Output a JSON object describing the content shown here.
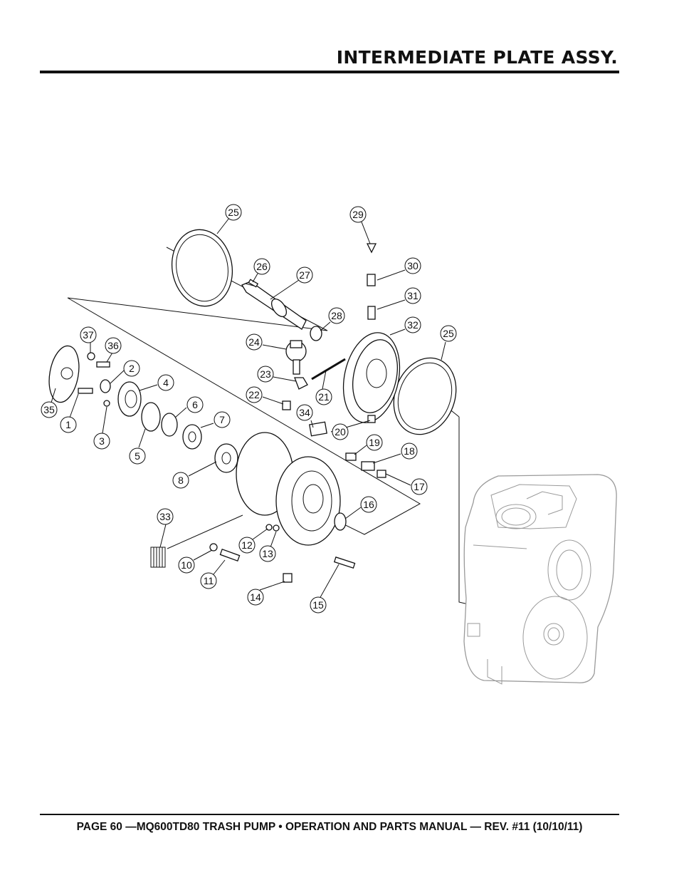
{
  "header": {
    "title": "INTERMEDIATE PLATE ASSY."
  },
  "footer": {
    "text": "PAGE 60 —MQ600TD80 TRASH PUMP • OPERATION AND PARTS MANUAL — REV. #11 (10/10/11)"
  },
  "diagram": {
    "callouts": [
      "25",
      "26",
      "27",
      "28",
      "29",
      "30",
      "31",
      "32",
      "25",
      "24",
      "23",
      "22",
      "21",
      "20",
      "34",
      "19",
      "18",
      "17",
      "16",
      "37",
      "36",
      "2",
      "4",
      "35",
      "1",
      "3",
      "5",
      "6",
      "7",
      "8",
      "33",
      "12",
      "13",
      "10",
      "11",
      "14",
      "15"
    ]
  }
}
